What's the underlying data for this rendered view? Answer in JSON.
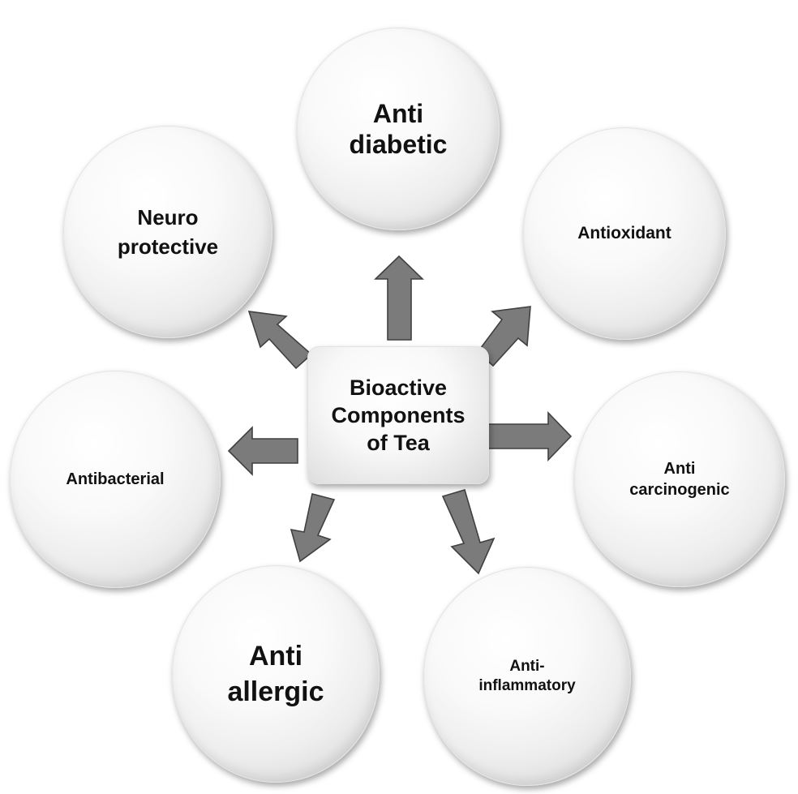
{
  "center": {
    "label": "Bioactive\nComponents\nof Tea"
  },
  "effects": {
    "antidiabetic": "Anti\ndiabetic",
    "antioxidant": "Antioxidant",
    "anticarcinogenic": "Anti\ncarcinogenic",
    "antiinflammatory": "Anti-\ninflammatory",
    "antiallergic": "Anti\nallergic",
    "antibacterial": "Antibacterial",
    "neuroprotective": "Neuro\nprotective"
  },
  "colors": {
    "arrow_fill": "#7b7b7b",
    "arrow_stroke": "#404040",
    "text": "#111111"
  }
}
